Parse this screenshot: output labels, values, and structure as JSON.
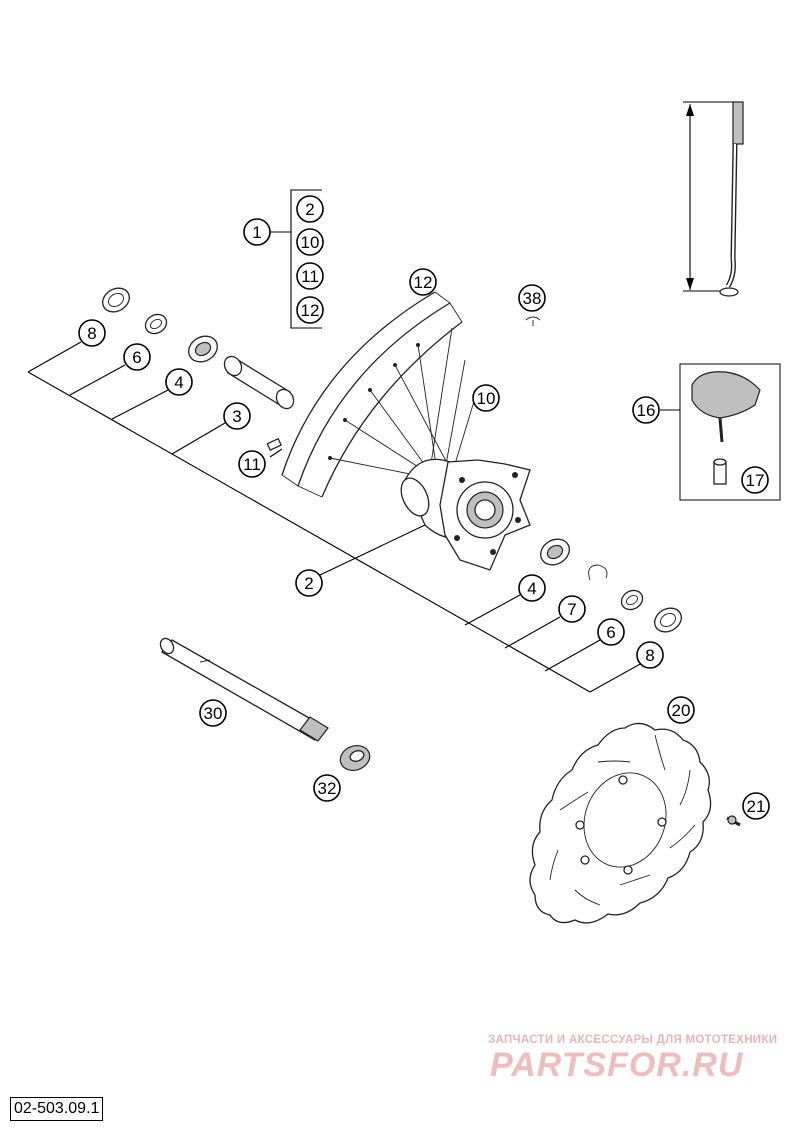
{
  "diagram": {
    "callouts": {
      "c1": "1",
      "c2_list": "2",
      "c10_list": "10",
      "c11_list": "11",
      "c12_list": "12",
      "c8_left": "8",
      "c6_left": "6",
      "c4_left": "4",
      "c3": "3",
      "c11": "11",
      "c12": "12",
      "c38": "38",
      "c10": "10",
      "c2": "2",
      "c16": "16",
      "c17": "17",
      "c4_right": "4",
      "c7": "7",
      "c6_right": "6",
      "c8_right": "8",
      "c30": "30",
      "c32": "32",
      "c20": "20",
      "c21": "21"
    }
  },
  "watermark": {
    "tagline": "ЗАПЧАСТИ И АКСЕССУАРЫ ДЛЯ МОТОТЕХНИКИ",
    "logo": "PARTSFOR.RU"
  },
  "drawing_number": "02-503.09.1"
}
